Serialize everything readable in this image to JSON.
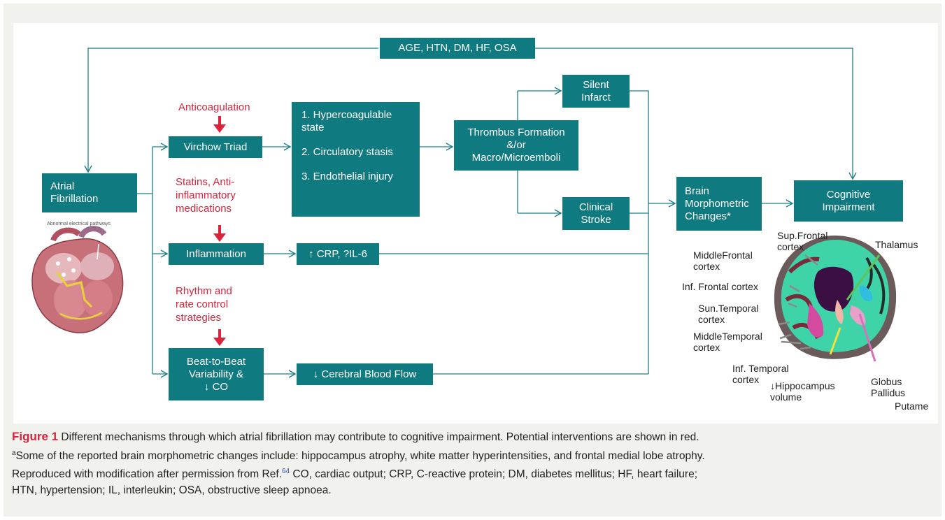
{
  "boxes": {
    "risk": "AGE, HTN, DM, HF, OSA",
    "af": "Atrial\nFibrillation",
    "virchow": "Virchow Triad",
    "inflammation": "Inflammation",
    "beat": "Beat-to-Beat\nVariability &\n↓ CO",
    "steps": [
      "1. Hypercoagulable\nstate",
      "2. Circulatory stasis",
      "3. Endothelial injury"
    ],
    "thrombus": "Thrombus Formation\n&/or\nMacro/Microemboli",
    "silent": "Silent\nInfarct",
    "stroke": "Clinical\nStroke",
    "crp": "↑ CRP, ?IL-6",
    "cbf": "↓ Cerebral Blood Flow",
    "brain": "Brain\nMorphometric\nChanges*",
    "cognitive": "Cognitive\nImpairment"
  },
  "interventions": {
    "anticoag": "Anticoagulation",
    "statins": "Statins, Anti-\ninflammatory\nmedications",
    "rhythm": "Rhythm and\nrate control\nstrategies"
  },
  "heart_caption": "Abnormal electrical pathways",
  "brain_labels": {
    "sup_frontal": "Sup.Frontal\ncortex",
    "thalamus": "Thalamus",
    "middle_frontal": "MiddleFrontal\ncortex",
    "inf_frontal": "Inf. Frontal cortex",
    "sun_temporal": "Sun.Temporal\ncortex",
    "middle_temporal": "MiddleTemporal\ncortex",
    "inf_temporal": "Inf. Temporal\ncortex",
    "hippocampus": "↓Hippocampus\nvolume",
    "globus": "Globus\nPallidus",
    "putame": "Putame"
  },
  "caption": {
    "fig_label": "Figure 1",
    "line1": " Different mechanisms through which atrial fibrillation may contribute to cognitive impairment. Potential interventions are shown in red.",
    "sup_a": "a",
    "line2": "Some of the reported brain morphometric changes include: hippocampus atrophy, white matter hyperintensities, and frontal medial lobe atrophy.",
    "line3a": "Reproduced with modification after permission from Ref.",
    "ref": "64",
    "line3b": " CO, cardiac output; CRP, C-reactive protein; DM, diabetes mellitus; HF, heart failure;",
    "line4": "HTN, hypertension; IL, interleukin; OSA, obstructive sleep apnoea."
  },
  "colors": {
    "teal": "#0f7a80",
    "red": "#d9243c",
    "line": "#1b7f85",
    "panel_bg": "#f1f1ed"
  }
}
